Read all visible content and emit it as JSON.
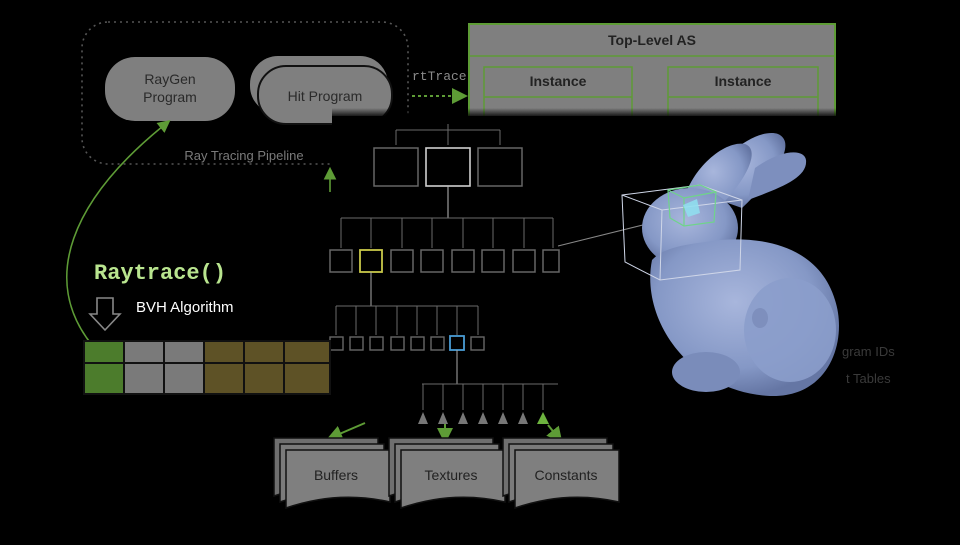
{
  "pipeline": {
    "raygen_line1": "RayGen",
    "raygen_line2": "Program",
    "hit_program": "Hit Program",
    "caption": "Ray Tracing Pipeline",
    "call": "rtTrace"
  },
  "acceleration_structure": {
    "title": "Top-Level AS",
    "instances": [
      "Instance",
      "Instance"
    ]
  },
  "raytrace": {
    "call": "Raytrace()",
    "algorithm": "BVH Algorithm"
  },
  "right_labels": [
    "gram IDs",
    "t Tables"
  ],
  "resources": [
    "Buffers",
    "Textures",
    "Constants"
  ],
  "colors": {
    "green_code": "#b9e58f",
    "green_box": "#5e9c36",
    "olive": "#5e5226",
    "bunny": "#8598c6",
    "yellow_node": "#c9c84a",
    "blue_node": "#4a9bd4"
  }
}
